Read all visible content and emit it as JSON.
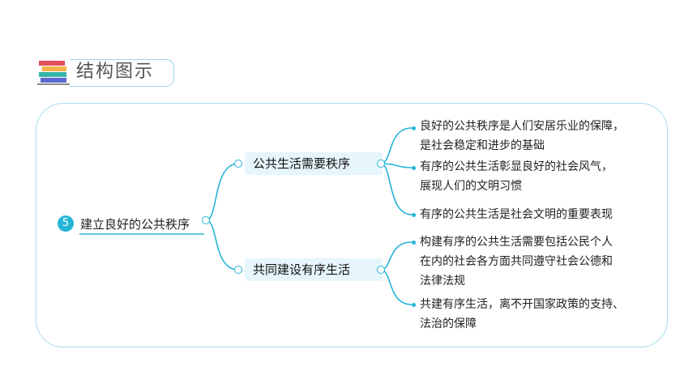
{
  "header": {
    "title": "结构图示",
    "icon": "books-icon"
  },
  "colors": {
    "accent": "#26b4d8",
    "line": "#26b4d8",
    "frame": "#a8ddf0",
    "branch_bg": "#e6f6fc"
  },
  "root": {
    "number": "5",
    "label": "建立良好的公共秩序"
  },
  "branches": [
    {
      "label": "公共生活需要秩序",
      "leaves": [
        {
          "lines": [
            "良好的公共秩序是人们安居乐业的保障，",
            "是社会稳定和进步的基础"
          ]
        },
        {
          "lines": [
            "有序的公共生活彰显良好的社会风气，",
            "展现人们的文明习惯"
          ]
        },
        {
          "lines": [
            "有序的公共生活是社会文明的重要表现"
          ]
        }
      ]
    },
    {
      "label": "共同建设有序生活",
      "leaves": [
        {
          "lines": [
            "构建有序的公共生活需要包括公民个人",
            "在内的社会各方面共同遵守社会公德和",
            "法律法规"
          ]
        },
        {
          "lines": [
            "共建有序生活，离不开国家政策的支持、",
            "法治的保障"
          ]
        }
      ]
    }
  ]
}
